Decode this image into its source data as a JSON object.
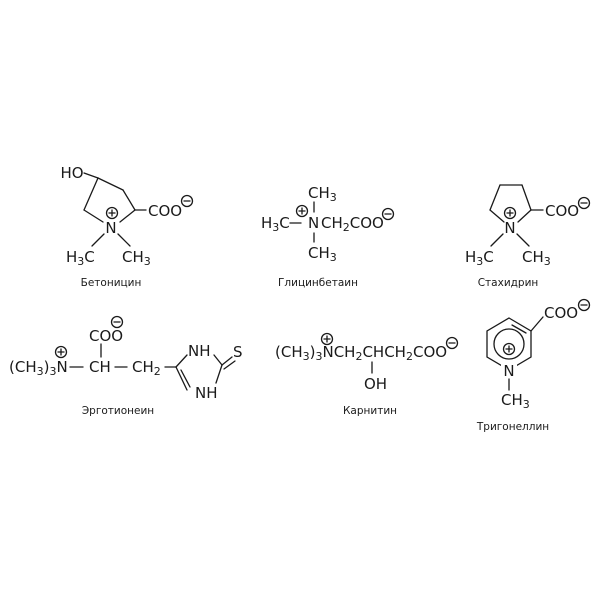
{
  "molecules": [
    {
      "caption": "Бетоницин",
      "labels": {
        "oh": "HO",
        "coo": "COO",
        "n": "N",
        "me1_h": "H",
        "me1_sub": "3",
        "me1_c": "C",
        "me2_ch": "CH",
        "me2_sub": "3"
      }
    },
    {
      "caption": "Глицинбетаин",
      "labels": {
        "top_ch": "CH",
        "top_sub": "3",
        "left_h": "H",
        "left_sub": "3",
        "left_c": "C",
        "n": "N",
        "ch2": "CH",
        "ch2_sub": "2",
        "coo": "COO",
        "bot_ch": "CH",
        "bot_sub": "3"
      }
    },
    {
      "caption": "Стахидрин",
      "labels": {
        "coo": "COO",
        "n": "N",
        "me1_h": "H",
        "me1_sub": "3",
        "me1_c": "C",
        "me2_ch": "CH",
        "me2_sub": "3"
      }
    },
    {
      "caption": "Эрготионеин",
      "labels": {
        "coo": "COO",
        "nme3_open": "(CH",
        "nme3_sub": "3",
        "nme3_close": ")",
        "nme3_sub2": "3",
        "n": "N",
        "ch": "CH",
        "ch2": "CH",
        "ch2_sub": "2",
        "nh_top": "NH",
        "s": "S",
        "nh_bot": "NH"
      }
    },
    {
      "caption": "Карнитин",
      "labels": {
        "nme3_open": "(CH",
        "nme3_sub": "3",
        "nme3_close": ")",
        "nme3_sub2": "3",
        "chain_n": "NCH",
        "ch2_sub": "2",
        "chain_ch": "CHCH",
        "ch2b_sub": "2",
        "coo": "COO",
        "oh": "OH"
      }
    },
    {
      "caption": "Тригонеллин",
      "labels": {
        "coo": "COO",
        "n": "N",
        "me_ch": "CH",
        "me_sub": "3"
      }
    }
  ],
  "symbols": {
    "plus": "+",
    "minus": "−"
  }
}
